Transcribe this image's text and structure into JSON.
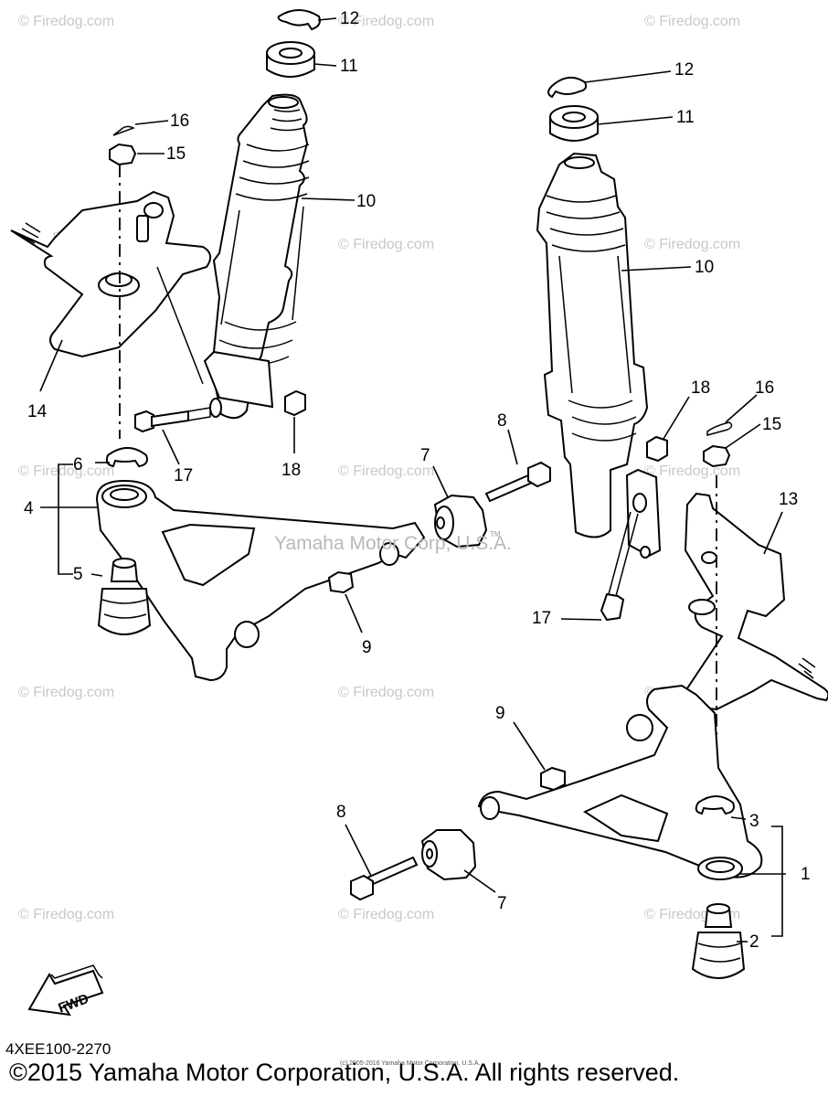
{
  "watermark": "© Firedog.com",
  "watermark_brand": "Firedog.com",
  "yamaha_mark": "Yamaha Motor Corp, U.S.A.",
  "tm_mark": "TM",
  "fwd_label": "FWD",
  "diagram_code": "4XEE100-2270",
  "copyright": "©2015 Yamaha Motor Corporation, U.S.A. All rights reserved.",
  "small_copyright": "(c) 2005-2016 Yamaha Motor Corporation, U.S.A.",
  "callouts": {
    "l12": "12",
    "l11": "11",
    "l16": "16",
    "l15": "15",
    "l10": "10",
    "l14": "14",
    "l17": "17",
    "l18": "18",
    "l6": "6",
    "l4": "4",
    "l5": "5",
    "l7": "7",
    "l8": "8",
    "l9": "9",
    "r12": "12",
    "r11": "11",
    "r10": "10",
    "r18": "18",
    "r16": "16",
    "r15": "15",
    "r13": "13",
    "r17": "17",
    "r9": "9",
    "r8": "8",
    "r7": "7",
    "r3": "3",
    "r1": "1",
    "r2": "2"
  }
}
